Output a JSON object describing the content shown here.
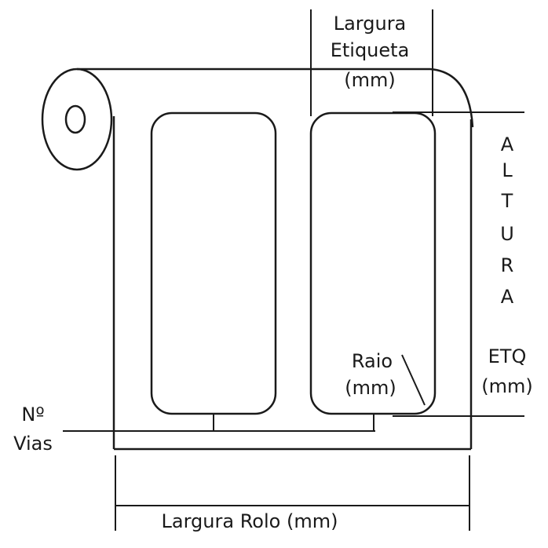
{
  "labels": {
    "largura_etiqueta_1": "Largura",
    "largura_etiqueta_2": "Etiqueta",
    "largura_etiqueta_3": "(mm)",
    "altura_letters": [
      "A",
      "L",
      "T",
      "U",
      "R",
      "A"
    ],
    "etq_1": "ETQ",
    "etq_2": "(mm)",
    "raio_1": "Raio",
    "raio_2": "(mm)",
    "vias_1": "Nº",
    "vias_2": "Vias",
    "largura_rolo": "Largura Rolo (mm)"
  }
}
